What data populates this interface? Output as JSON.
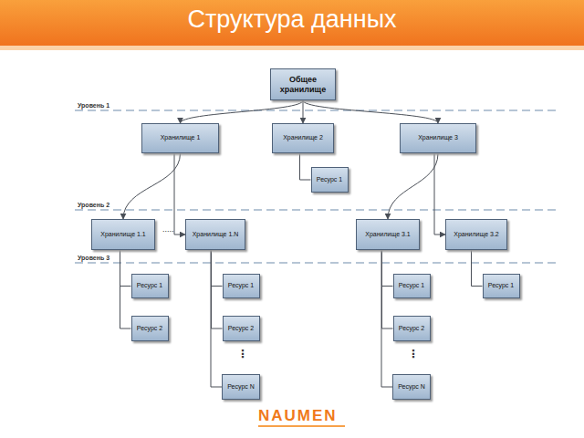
{
  "diagram": {
    "title": "Структура данных",
    "nodes": [
      {
        "text": [
          "Общее хранилище"
        ]
      },
      {
        "text": [
          "Хранилище 1"
        ]
      },
      {
        "text": [
          "Хранилище 2"
        ]
      },
      {
        "text": [
          "Хранилище 3"
        ]
      },
      {
        "text": [
          "Ресурс 1"
        ]
      },
      {
        "text": [
          "Хранилище 1.1"
        ]
      },
      {
        "text": [
          "Хранилище 1.N"
        ]
      },
      {
        "text": [
          "Хранилище 3.1"
        ]
      },
      {
        "text": [
          "Хранилище 3.2"
        ]
      },
      {
        "text": [
          "Ресурс 1"
        ]
      },
      {
        "text": [
          "Ресурс 2"
        ]
      },
      {
        "text": [
          "Ресурс 1"
        ]
      },
      {
        "text": [
          "Ресурс 2"
        ]
      },
      {
        "text": [
          "Ресурс N"
        ]
      },
      {
        "text": [
          "Ресурс 1"
        ]
      },
      {
        "text": [
          "Ресурс 2"
        ]
      },
      {
        "text": [
          "Ресурс N"
        ]
      },
      {
        "text": [
          "Ресурс 1"
        ]
      }
    ],
    "edges": [
      {
        "from": 0,
        "to": 1,
        "arrow": "to"
      },
      {
        "from": 0,
        "to": 2,
        "arrow": "to"
      },
      {
        "from": 0,
        "to": 3,
        "arrow": "to"
      },
      {
        "from": 1,
        "to": 5,
        "arrow": "to"
      },
      {
        "from": 1,
        "to": 6,
        "arrow": "to"
      },
      {
        "from": 3,
        "to": 7,
        "arrow": "to"
      },
      {
        "from": 3,
        "to": 8,
        "arrow": "to"
      },
      {
        "from": 2,
        "to": 4,
        "arrow": "none"
      },
      {
        "from": 5,
        "to": 9,
        "arrow": "none"
      },
      {
        "from": 5,
        "to": 10,
        "arrow": "none"
      },
      {
        "from": 6,
        "to": 11,
        "arrow": "none"
      },
      {
        "from": 6,
        "to": 12,
        "arrow": "none"
      },
      {
        "from": 6,
        "to": 13,
        "arrow": "none"
      },
      {
        "from": 7,
        "to": 14,
        "arrow": "none"
      },
      {
        "from": 7,
        "to": 15,
        "arrow": "none"
      },
      {
        "from": 7,
        "to": 16,
        "arrow": "none"
      },
      {
        "from": 8,
        "to": 17,
        "arrow": "none"
      }
    ],
    "labels": [
      "Уровень 1",
      "Уровень 2",
      "Уровень 3",
      ".....",
      "⋮",
      "⋮",
      "NAUMEN"
    ]
  }
}
